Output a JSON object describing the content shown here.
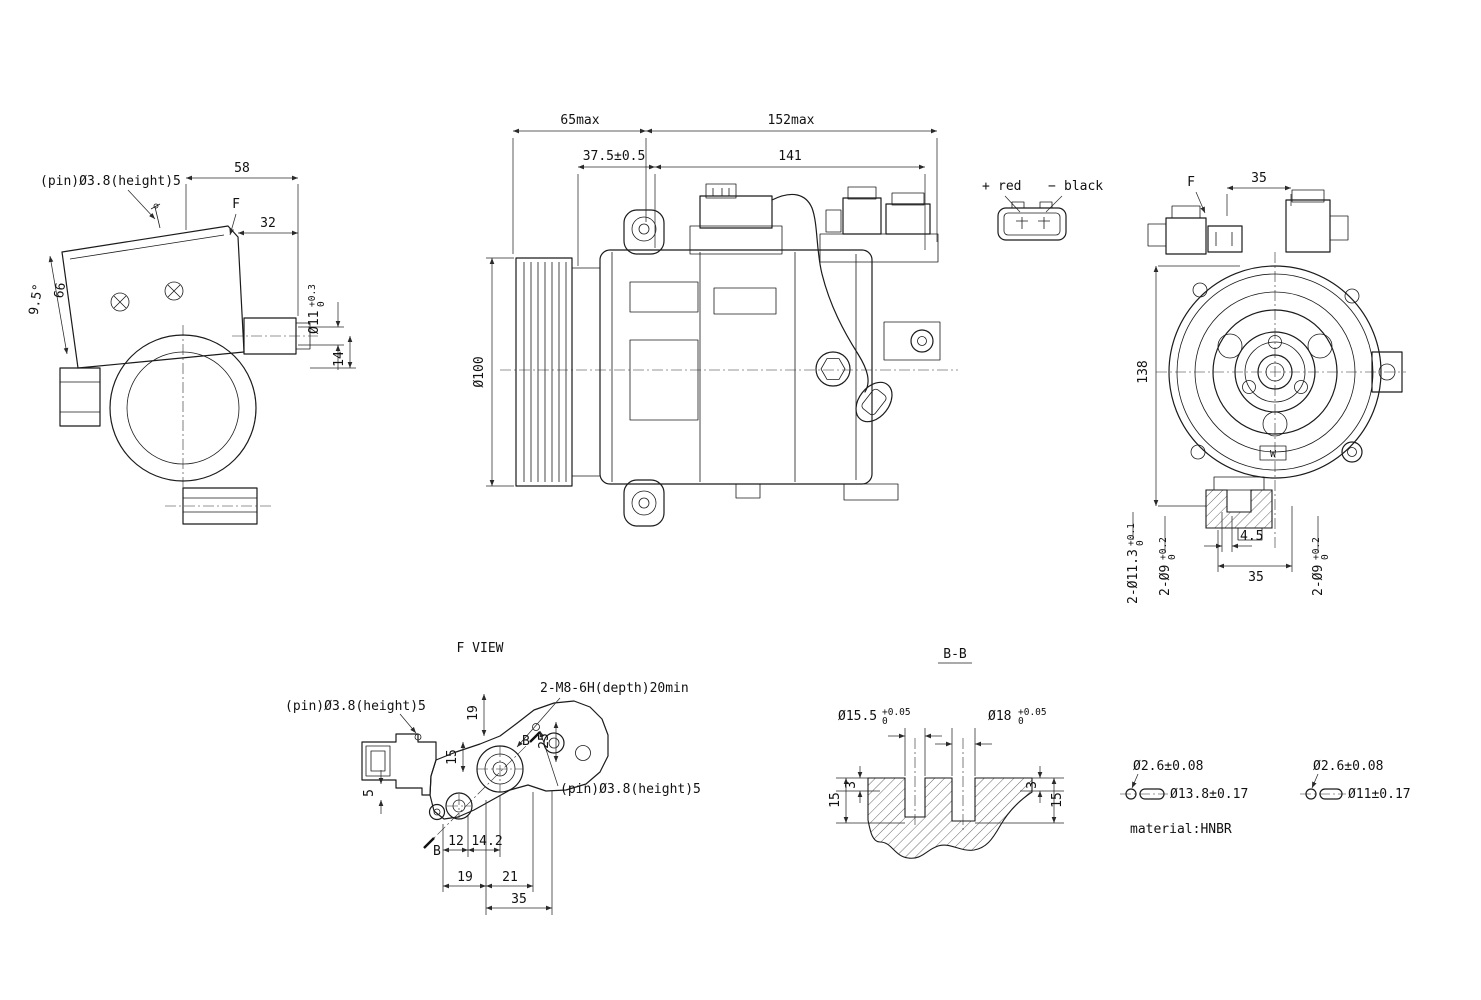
{
  "views": {
    "side": {
      "pin_label": "(pin)Ø3.8(height)5",
      "dim_width": "58",
      "dim_offset": "32",
      "datum_f": "F",
      "dim_height": "66",
      "dim_angle": "9.5°",
      "dim_bore": "Ø11",
      "dim_bore_tol_plus": "+0.3",
      "dim_bore_tol_minus": "0",
      "dim_port": "14"
    },
    "front": {
      "dim_left": "65max",
      "dim_right": "152max",
      "dim_pulley_face": "37.5±0.5",
      "dim_body": "141",
      "dim_pulley_dia": "Ø100"
    },
    "connector": {
      "plus_sign": "+",
      "plus_label": "red",
      "minus_sign": "−",
      "minus_label": "black"
    },
    "end": {
      "datum_f": "F",
      "dim_top": "35",
      "dim_height": "138",
      "dim_foot_offset": "4.5",
      "dim_foot_width": "35",
      "hole1": "2-Ø11.3",
      "hole1_tol_plus": "+0.1",
      "hole1_tol_minus": "0",
      "hole2": "2-Ø9",
      "hole2_tol_plus": "+0.2",
      "hole2_tol_minus": "0",
      "hole3": "2-Ø9",
      "hole3_tol_plus": "+0.2",
      "hole3_tol_minus": "0",
      "balance_mark": "W"
    },
    "f_view": {
      "title": "F VIEW",
      "thread_label": "2-M8-6H(depth)20min",
      "pin_label_left": "(pin)Ø3.8(height)5",
      "pin_label_right": "(pin)Ø3.8(height)5",
      "dim_19a": "19",
      "dim_15": "15",
      "dim_5": "5",
      "dim_25": "25",
      "section_b1": "B",
      "section_b2": "B",
      "dim_12": "12",
      "dim_14_2": "14.2",
      "dim_19b": "19",
      "dim_21": "21",
      "dim_35": "35"
    },
    "section_bb": {
      "title": "B-B",
      "bore_left": "Ø15.5",
      "bore_left_tol_plus": "+0.05",
      "bore_left_tol_minus": "0",
      "bore_right": "Ø18",
      "bore_right_tol_plus": "+0.05",
      "bore_right_tol_minus": "0",
      "depth_left_outer": "15",
      "depth_left_inner": "3",
      "depth_right_inner": "3",
      "depth_right_outer": "15"
    },
    "orings": {
      "oring1_cs": "Ø2.6±0.08",
      "oring1_id": "Ø13.8±0.17",
      "oring2_cs": "Ø2.6±0.08",
      "oring2_id": "Ø11±0.17",
      "material": "material:HNBR"
    }
  }
}
